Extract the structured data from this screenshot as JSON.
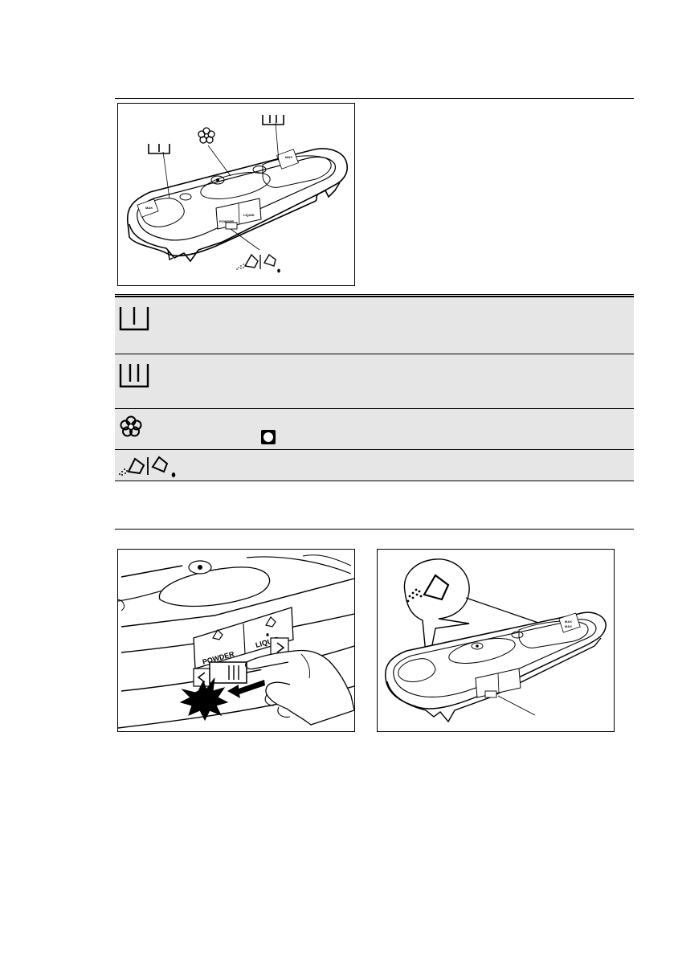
{
  "figure_main": {
    "compartment_labels": [
      "I",
      "II",
      "flower-softener",
      "powder-liquid-flap"
    ],
    "flap_labels": [
      "POWDER",
      "LIQUID"
    ],
    "max_marks": [
      "MAX",
      "MAX"
    ]
  },
  "legend_rows": [
    {
      "icon": "compartment-1-icon",
      "text": ""
    },
    {
      "icon": "compartment-2-icon",
      "text": ""
    },
    {
      "icon": "softener-flower-icon",
      "text": ""
    },
    {
      "icon": "powder-liquid-flap-icon",
      "text": ""
    }
  ],
  "figure_slide": {
    "flap_labels": [
      "POWDER",
      "LIQUID"
    ]
  },
  "figure_powder": {
    "max_marks": [
      "MAX",
      "MAX"
    ]
  },
  "colors": {
    "row_shade": "#e6e6e6",
    "ink": "#000000",
    "paper": "#ffffff"
  }
}
